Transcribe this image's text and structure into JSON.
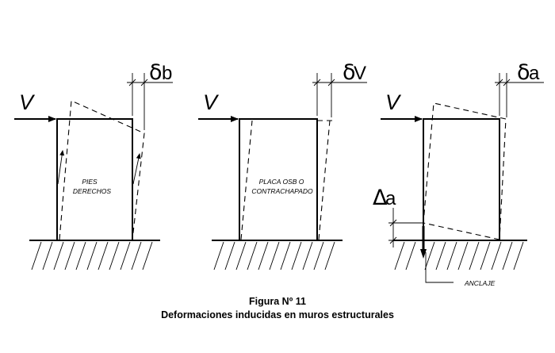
{
  "figure": {
    "label": "Figura Nº 11",
    "title": "Deformaciones inducidas en muros estructurales"
  },
  "panels": [
    {
      "force": "V",
      "delta_symbol": "δ",
      "delta_sub": "b",
      "note_lines": [
        "PIES",
        "DERECHOS"
      ]
    },
    {
      "force": "V",
      "delta_symbol": "δ",
      "delta_sub": "V",
      "note_lines": [
        "PLACA OSB O",
        "CONTRACHAPADO"
      ]
    },
    {
      "force": "V",
      "delta_symbol": "δ",
      "delta_sub": "a",
      "uplift_symbol": "Δ",
      "uplift_sub": "a",
      "anchor_label": "ANCLAJE"
    }
  ]
}
